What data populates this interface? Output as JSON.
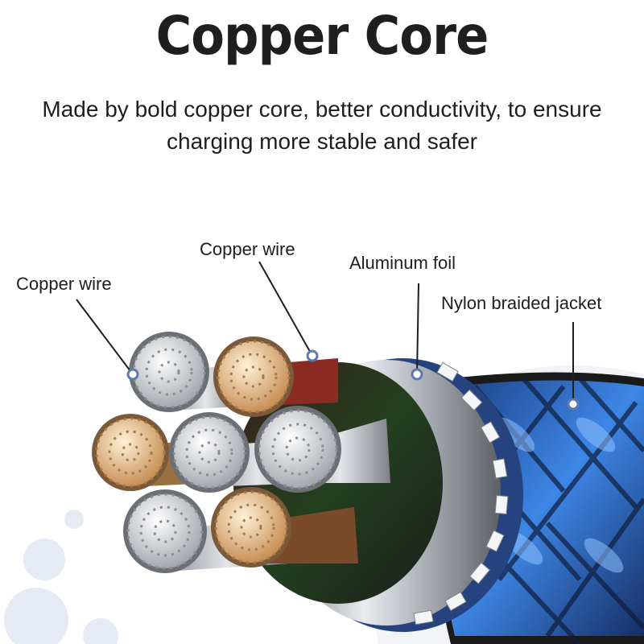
{
  "heading": {
    "title": "Copper Core",
    "subtitle_line1": "Made by bold copper core, better conductivity, to ensure",
    "subtitle_line2": "charging more stable and safer"
  },
  "callouts": {
    "copper_wire_left": "Copper wire",
    "copper_wire_top": "Copper wire",
    "aluminum_foil": "Aluminum foil",
    "nylon_jacket": "Nylon braided jacket"
  },
  "colors": {
    "text": "#1e1e1e",
    "copper": "#d9a871",
    "silver": "#c9ccd2",
    "braid_blue": "#2f6fd6",
    "dot": "#5d7ab0"
  }
}
